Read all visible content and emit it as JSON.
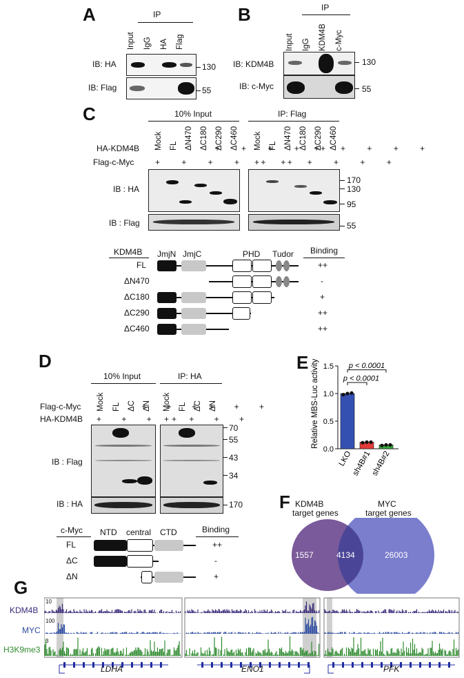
{
  "panels": {
    "A": "A",
    "B": "B",
    "C": "C",
    "D": "D",
    "E": "E",
    "F": "F",
    "G": "G"
  },
  "panelA": {
    "ip": "IP",
    "lanes": [
      "Input",
      "IgG",
      "HA",
      "Flag"
    ],
    "ib1": "IB: HA",
    "ib2": "IB: Flag",
    "mw1": "130",
    "mw2": "55"
  },
  "panelB": {
    "ip": "IP",
    "lanes": [
      "Input",
      "IgG",
      "KDM4B",
      "c-Myc"
    ],
    "ib1": "IB: KDM4B",
    "ib2": "IB: c-Myc",
    "mw1": "130",
    "mw2": "55"
  },
  "panelC": {
    "input": "10% Input",
    "ipflag": "IP: Flag",
    "lanes": [
      "Mock",
      "FL",
      "ΔN470",
      "ΔC180",
      "ΔC290",
      "ΔC460"
    ],
    "row1": "HA-KDM4B",
    "row2": "Flag-c-Myc",
    "plus": "+",
    "ib1": "IB : HA",
    "ib2": "IB : Flag",
    "mw": [
      "170",
      "130",
      "95",
      "55"
    ],
    "domain_header": "KDM4B",
    "domains": [
      "JmjN",
      "JmjC",
      "PHD",
      "Tudor"
    ],
    "binding_header": "Binding",
    "constructs": [
      {
        "name": "FL",
        "binding": "++"
      },
      {
        "name": "ΔN470",
        "binding": "-"
      },
      {
        "name": "ΔC180",
        "binding": "+"
      },
      {
        "name": "ΔC290",
        "binding": "++"
      },
      {
        "name": "ΔC460",
        "binding": "++"
      }
    ]
  },
  "panelD": {
    "input": "10% Input",
    "ipha": "IP: HA",
    "lanes": [
      "Mock",
      "FL",
      "ΔC",
      "ΔN"
    ],
    "row1": "Flag-c-Myc",
    "row2": "HA-KDM4B",
    "plus": "+",
    "ib1": "IB : Flag",
    "ib2": "IB : HA",
    "mw": [
      "70",
      "55",
      "43",
      "34",
      "170"
    ],
    "domain_header": "c-Myc",
    "domains": [
      "NTD",
      "central",
      "CTD"
    ],
    "binding_header": "Binding",
    "constructs": [
      {
        "name": "FL",
        "binding": "++"
      },
      {
        "name": "ΔC",
        "binding": "-"
      },
      {
        "name": "ΔN",
        "binding": "+"
      }
    ]
  },
  "chart_data": [
    {
      "type": "bar",
      "panel": "E",
      "categories": [
        "LKO",
        "sh4B#1",
        "sh4B#2"
      ],
      "values": [
        1.0,
        0.12,
        0.07
      ],
      "points": [
        [
          0.98,
          1.0,
          1.01
        ],
        [
          0.11,
          0.12,
          0.12
        ],
        [
          0.06,
          0.07,
          0.07
        ]
      ],
      "colors": [
        "#3451b2",
        "#e23a3a",
        "#36a83a"
      ],
      "ylabel": "Relative MBS-Luc activity",
      "yticks": [
        "0.0",
        "0.5",
        "1.0",
        "1.5"
      ],
      "ylim": [
        0,
        1.5
      ],
      "annotations": [
        "p < 0.0001",
        "p < 0.0001"
      ]
    }
  ],
  "panelF": {
    "left_title": [
      "KDM4B",
      "target genes"
    ],
    "right_title": [
      "MYC",
      "target genes"
    ],
    "left_only": "1557",
    "overlap": "4134",
    "right_only": "26003",
    "left_color": "#7a5a9a",
    "right_color": "#6f73c9"
  },
  "panelG": {
    "tracks": [
      {
        "name": "KDM4B",
        "scale": "10",
        "color": "#3b2a7a"
      },
      {
        "name": "MYC",
        "scale": "100",
        "color": "#2b4aa0"
      },
      {
        "name": "H3K9me3",
        "scale": "3",
        "color": "#2f8a2f"
      }
    ],
    "genes": [
      "LDHA",
      "ENO1",
      "PFK"
    ],
    "gene_color": "#1f2aa0"
  }
}
